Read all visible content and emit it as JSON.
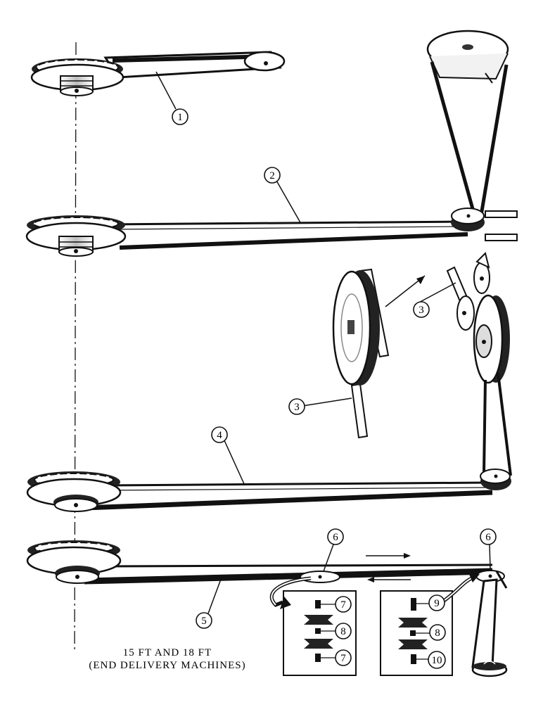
{
  "caption": {
    "line1": "15 FT AND 18 FT",
    "line2": "(END DELIVERY MACHINES)"
  },
  "callouts": {
    "c1": "1",
    "c2": "2",
    "c3a": "3",
    "c3b": "3",
    "c4": "4",
    "c5": "5",
    "c6a": "6",
    "c6b": "6",
    "c7a": "7",
    "c7b": "7",
    "c8a": "8",
    "c8b": "8",
    "c9": "9",
    "c10": "10"
  },
  "colors": {
    "ink": "#111111",
    "paper": "#ffffff",
    "shade": "#9a9a9a"
  }
}
